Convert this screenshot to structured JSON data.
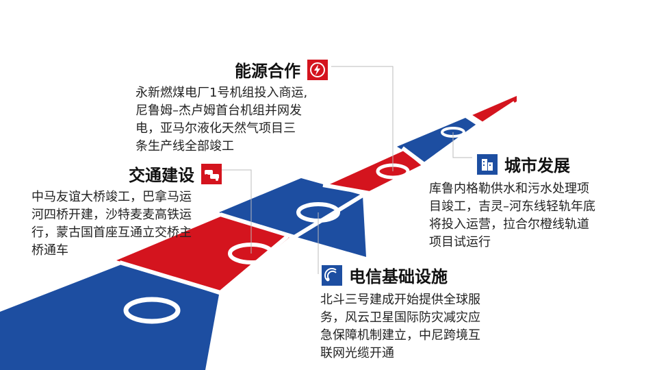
{
  "colors": {
    "red": "#d4141e",
    "blue": "#1d4ea1",
    "white": "#ffffff"
  },
  "sections": {
    "energy": {
      "title": "能源合作",
      "icon": "lightning-icon",
      "lines": [
        "永新燃煤电厂1号机组投入商运,",
        "尼鲁姆–杰卢姆首台机组并网发",
        "电，亚马尔液化天然气项目三",
        "条生产线全部竣工"
      ]
    },
    "transport": {
      "title": "交通建设",
      "icon": "vehicles-icon",
      "lines": [
        "中马友谊大桥竣工，巴拿马运",
        "河四桥开建，沙特麦麦高铁运",
        "行，蒙古国首座互通立交桥主",
        "桥通车"
      ]
    },
    "city": {
      "title": "城市发展",
      "icon": "building-icon",
      "lines": [
        "库鲁内格勒供水和污水处理项",
        "目竣工，吉灵–河东线轻轨年底",
        "将投入运营，拉合尔橙线轨道",
        "项目试运行"
      ]
    },
    "telecom": {
      "title": "电信基础设施",
      "icon": "satellite-icon",
      "lines": [
        "北斗三号建成开始提供全球服",
        "务，风云卫星国际防灾减灾应",
        "急保障机制建立，中尼跨境互",
        "联网光缆开通"
      ]
    }
  }
}
